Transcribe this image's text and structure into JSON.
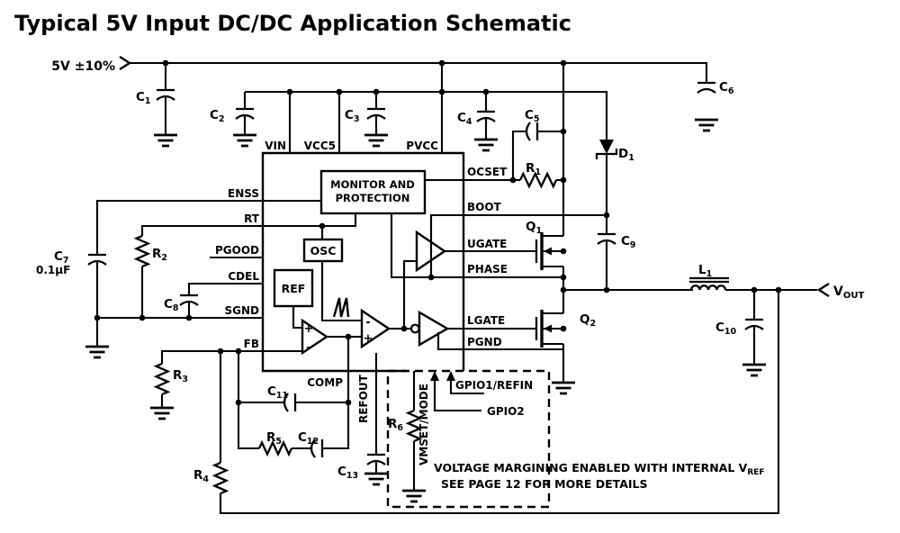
{
  "title": "Typical 5V Input DC/DC Application Schematic",
  "colors": {
    "ink": "#000000",
    "paper": "#ffffff"
  },
  "terminals": {
    "input": "5V ±10%",
    "vout_main": "V",
    "vout_sub": "OUT"
  },
  "pins": {
    "vin": "VIN",
    "vcc5": "VCC5",
    "pvcc": "PVCC",
    "enss": "ENSS",
    "rt": "RT",
    "pgood": "PGOOD",
    "cdel": "CDEL",
    "sgnd": "SGND",
    "fb": "FB",
    "ocset": "OCSET",
    "boot": "BOOT",
    "ugate": "UGATE",
    "phase": "PHASE",
    "lgate": "LGATE",
    "pgnd": "PGND",
    "comp": "COMP",
    "refout": "REFOUT",
    "vmset": "VMSET/MODE",
    "gpio1": "GPIO1/REFIN",
    "gpio2": "GPIO2"
  },
  "blocks": {
    "monitor_line1": "MONITOR AND",
    "monitor_line2": "PROTECTION",
    "osc": "OSC",
    "ref": "REF"
  },
  "amp_signs": {
    "plus": "+",
    "minus": "-"
  },
  "parts": {
    "c1": {
      "p": "C",
      "s": "1"
    },
    "c2": {
      "p": "C",
      "s": "2"
    },
    "c3": {
      "p": "C",
      "s": "3"
    },
    "c4": {
      "p": "C",
      "s": "4"
    },
    "c5": {
      "p": "C",
      "s": "5"
    },
    "c6": {
      "p": "C",
      "s": "6"
    },
    "c7": {
      "p": "C",
      "s": "7"
    },
    "c7_value": "0.1µF",
    "c8": {
      "p": "C",
      "s": "8"
    },
    "c9": {
      "p": "C",
      "s": "9"
    },
    "c10": {
      "p": "C",
      "s": "10"
    },
    "c11": {
      "p": "C",
      "s": "11"
    },
    "c12": {
      "p": "C",
      "s": "12"
    },
    "c13": {
      "p": "C",
      "s": "13"
    },
    "r1": {
      "p": "R",
      "s": "1"
    },
    "r2": {
      "p": "R",
      "s": "2"
    },
    "r3": {
      "p": "R",
      "s": "3"
    },
    "r4": {
      "p": "R",
      "s": "4"
    },
    "r5": {
      "p": "R",
      "s": "5"
    },
    "r6": {
      "p": "R",
      "s": "6"
    },
    "l1": {
      "p": "L",
      "s": "1"
    },
    "d1": {
      "p": "D",
      "s": "1"
    },
    "q1": {
      "p": "Q",
      "s": "1"
    },
    "q2": {
      "p": "Q",
      "s": "2"
    }
  },
  "note": {
    "line1": "VOLTAGE MARGINING ENABLED WITH INTERNAL V",
    "line1_sub": "REF",
    "line2": "SEE PAGE 12 FOR MORE DETAILS"
  }
}
